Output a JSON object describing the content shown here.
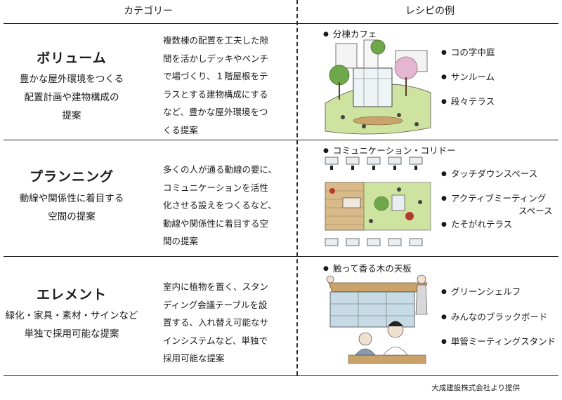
{
  "header": {
    "category_label": "カテゴリー",
    "recipe_label": "レシピの例"
  },
  "rows": [
    {
      "title": "ボリューム",
      "subtitle_lines": [
        "豊かな屋外環境をつくる",
        "配置計画や建物構成の",
        "提案"
      ],
      "desc_lines": [
        "複数棟の配置を工夫した隙",
        "間を活かしデッキやベンチ",
        "で場づくり、１階屋根をテ",
        "ラスとする建物構成にする",
        "など、豊かな屋外環境をつ",
        "くる提案"
      ],
      "illustration_title": "分棟カフェ",
      "recipes": [
        "コの字中庭",
        "サンルーム",
        "段々テラス"
      ]
    },
    {
      "title": "プランニング",
      "subtitle_lines": [
        "動線や関係性に着目する",
        "空間の提案"
      ],
      "desc_lines": [
        "多くの人が通る動線の要に、",
        "コミュニケーションを活性",
        "化させる設えをつくるなど、",
        "動線や関係性に着目する空",
        "間の提案"
      ],
      "illustration_title": "コミュニケーション・コリドー",
      "recipes": [
        "タッチダウンスペース",
        "アクティブミーティング",
        "スペース",
        "たそがれテラス"
      ]
    },
    {
      "title": "エレメント",
      "subtitle_lines": [
        "緑化・家具・素材・サインなど",
        "単独で採用可能な提案"
      ],
      "desc_lines": [
        "室内に植物を置く、スタン",
        "ディング会議テーブルを設",
        "置する、入れ替え可能なサ",
        "インシステムなど、単独で",
        "採用可能な提案"
      ],
      "illustration_title": "触って香る木の天板",
      "recipes": [
        "グリーンシェルフ",
        "みんなのブラックボード",
        "単管ミーティングスタンド"
      ]
    }
  ],
  "credit": "大成建設株式会社より提供",
  "colors": {
    "grass": "#cfe3a0",
    "wood": "#c9a36a",
    "tree": "#6fa84a",
    "blossom": "#e4b6d0",
    "table": "#c7dbe6"
  }
}
